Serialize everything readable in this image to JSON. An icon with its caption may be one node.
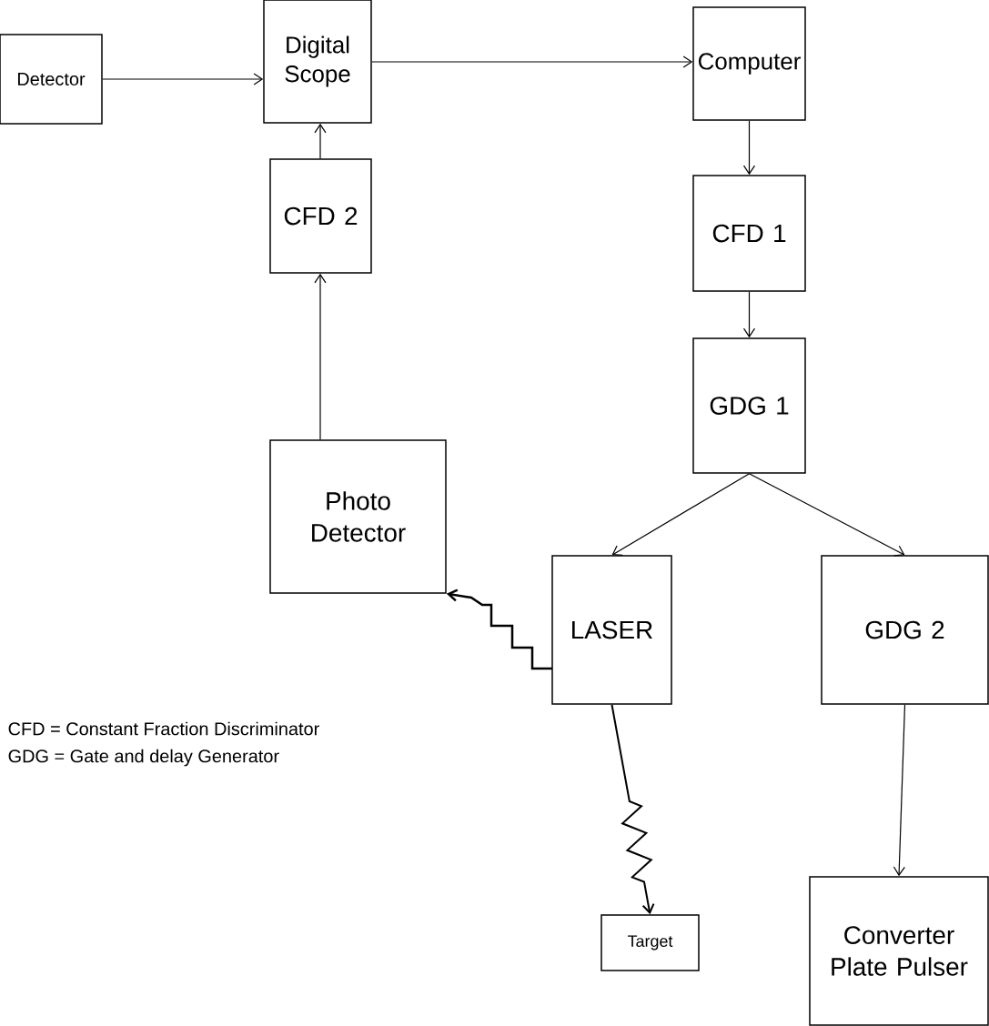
{
  "diagram": {
    "nodes": [
      {
        "text": [
          "Detector"
        ]
      },
      {
        "text": [
          "Digital Scope"
        ]
      },
      {
        "text": [
          "Computer"
        ]
      },
      {
        "text": [
          "CFD 2"
        ]
      },
      {
        "text": [
          "CFD 1"
        ]
      },
      {
        "text": [
          "Photo Detector"
        ]
      },
      {
        "text": [
          "GDG 1"
        ]
      },
      {
        "text": [
          "LASER"
        ]
      },
      {
        "text": [
          "GDG 2"
        ]
      },
      {
        "text": [
          "Target"
        ]
      },
      {
        "text": [
          "Converter Plate Pulser"
        ]
      }
    ],
    "edges": [
      {
        "from": 0,
        "to": 1,
        "arrow": "to"
      },
      {
        "from": 1,
        "to": 2,
        "arrow": "to"
      },
      {
        "from": 3,
        "to": 1,
        "arrow": "to"
      },
      {
        "from": 5,
        "to": 3,
        "arrow": "to"
      },
      {
        "from": 2,
        "to": 4,
        "arrow": "to"
      },
      {
        "from": 4,
        "to": 6,
        "arrow": "to"
      },
      {
        "from": 6,
        "to": 7,
        "arrow": "to"
      },
      {
        "from": 6,
        "to": 8,
        "arrow": "to"
      },
      {
        "from": 8,
        "to": 10,
        "arrow": "to"
      },
      {
        "from": 7,
        "to": 9,
        "arrow": "to"
      },
      {
        "from": 7,
        "to": 5,
        "arrow": "to"
      }
    ],
    "labels": [
      "CFD  = Constant Fraction Discriminator",
      "GDG = Gate and delay Generator"
    ]
  }
}
